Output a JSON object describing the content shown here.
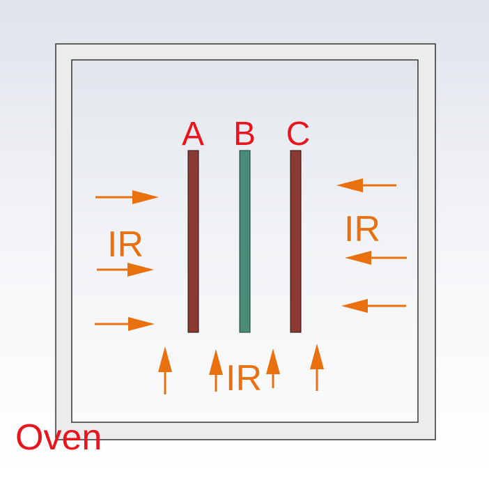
{
  "labels": {
    "sample_a": "A",
    "sample_b": "B",
    "sample_c": "C",
    "ir_left": "IR",
    "ir_right": "IR",
    "ir_bottom": "IR",
    "oven": "Oven"
  },
  "colors": {
    "label_red": "#e8141e",
    "ir_orange": "#e8700f",
    "sample_a": "#8b3a33",
    "sample_b": "#4a8c7a",
    "sample_c": "#8b3a33",
    "oven_frame_fill": "#ececec",
    "oven_frame_stroke": "#333333"
  }
}
